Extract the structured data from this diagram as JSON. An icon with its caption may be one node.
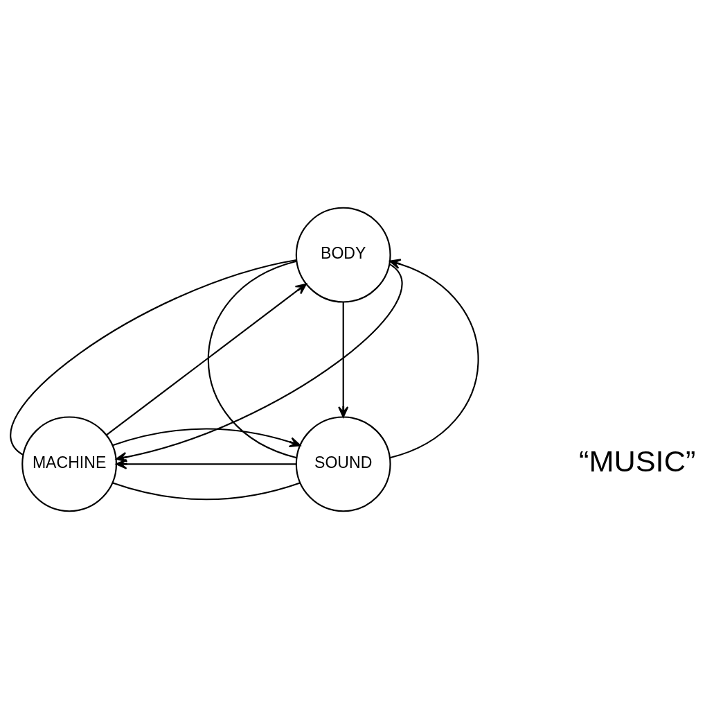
{
  "diagram": {
    "nodes": [
      {
        "text": [
          "BODY"
        ]
      },
      {
        "text": [
          "MACHINE"
        ]
      },
      {
        "text": [
          "SOUND"
        ]
      }
    ],
    "edges": [
      {
        "from": 0,
        "to": 1,
        "arrow": "none"
      },
      {
        "from": 1,
        "to": 0,
        "arrow": "to"
      },
      {
        "from": 0,
        "to": 1,
        "arrow": "to"
      },
      {
        "from": 0,
        "to": 2,
        "arrow": "none"
      },
      {
        "from": 0,
        "to": 2,
        "arrow": "to"
      },
      {
        "from": 2,
        "to": 0,
        "arrow": "to"
      },
      {
        "from": 1,
        "to": 2,
        "arrow": "none"
      },
      {
        "from": 2,
        "to": 1,
        "arrow": "to"
      },
      {
        "from": 1,
        "to": 2,
        "arrow": "to"
      }
    ],
    "labels": [
      "“MUSIC”"
    ]
  }
}
